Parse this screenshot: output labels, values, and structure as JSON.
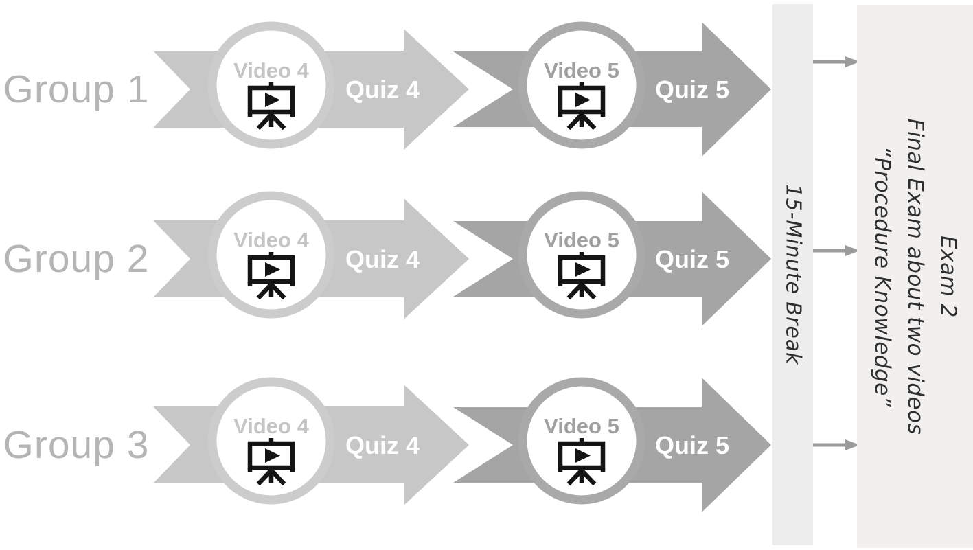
{
  "groups": [
    {
      "label": "Group 1",
      "video_a": "Video 4",
      "quiz_a": "Quiz 4",
      "video_b": "Video 5",
      "quiz_b": "Quiz 5"
    },
    {
      "label": "Group 2",
      "video_a": "Video 4",
      "quiz_a": "Quiz 4",
      "video_b": "Video 5",
      "quiz_b": "Quiz 5"
    },
    {
      "label": "Group 3",
      "video_a": "Video 4",
      "quiz_a": "Quiz 4",
      "video_b": "Video 5",
      "quiz_b": "Quiz 5"
    }
  ],
  "break_bar": {
    "label": "15-Minute Break"
  },
  "exam_panel": {
    "line1": "Exam 2",
    "line2": "Final Exam about two videos",
    "line3": "“Procedure Knowledge”"
  },
  "icons": {
    "video_circle_icon": "presentation-play-icon",
    "connector_icon": "right-arrow-icon"
  },
  "colors": {
    "light_arrow": "#c7c7c7",
    "dark_arrow": "#a5a5a5",
    "light_ring": "#cccccc",
    "dark_ring": "#a9a9a9",
    "group_label_text": "#b5b5b5",
    "video_a_text": "#c5c5c5",
    "video_b_text": "#a0a0a0",
    "quiz_text": "#ffffff",
    "break_bar_bg": "#ededed",
    "exam_panel_bg": "#f1f0ef",
    "italic_text": "#2e2e2e",
    "connector_arrow": "#9b9b9b",
    "icon_ink": "#141414"
  }
}
